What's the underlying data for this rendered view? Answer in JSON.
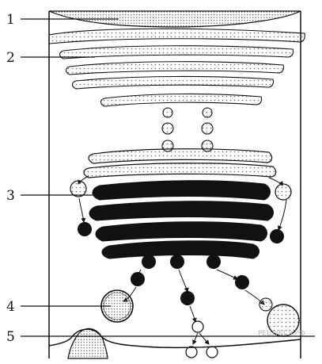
{
  "labels": [
    {
      "id": "1",
      "text": "1"
    },
    {
      "id": "2",
      "text": "2"
    },
    {
      "id": "3",
      "text": "3"
    },
    {
      "id": "4",
      "text": "4"
    },
    {
      "id": "5",
      "text": "5"
    }
  ],
  "watermark": "РЕШУЕГЭ.РФ",
  "colors": {
    "ink": "#111111",
    "stipple": "#6a6a6a",
    "background": "#ffffff",
    "watermark": "#b8b8b8"
  }
}
